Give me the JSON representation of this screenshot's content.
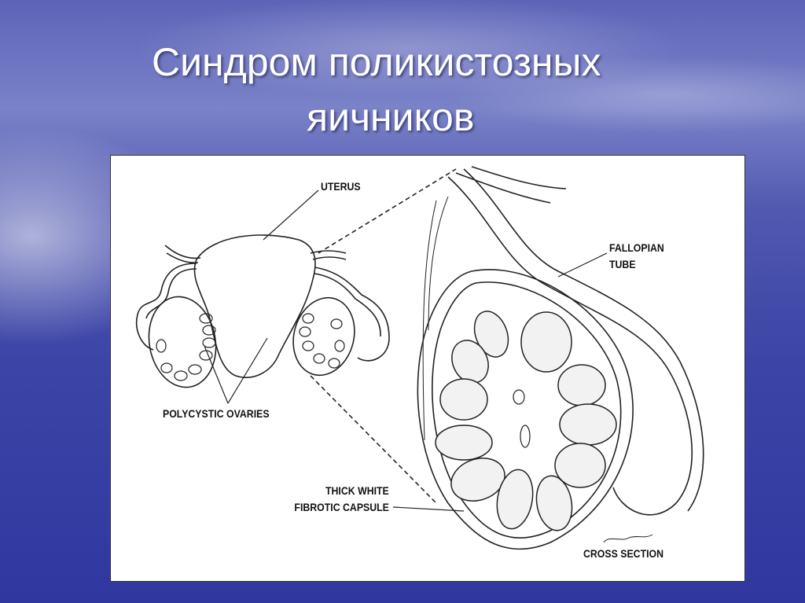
{
  "slide": {
    "title_line1": "Синдром поликистозных",
    "title_line2": "яичников"
  },
  "diagram": {
    "labels": {
      "uterus": "UTERUS",
      "fallopian_tube_1": "FALLOPIAN",
      "fallopian_tube_2": "TUBE",
      "polycystic_ovaries": "POLYCYSTIC OVARIES",
      "capsule_1": "THICK WHITE",
      "capsule_2": "FIBROTIC CAPSULE",
      "cross_section": "CROSS SECTION"
    }
  },
  "colors": {
    "background": "#3c44a6",
    "title": "#ffffff",
    "panel": "#ffffff",
    "ink": "#111111"
  }
}
